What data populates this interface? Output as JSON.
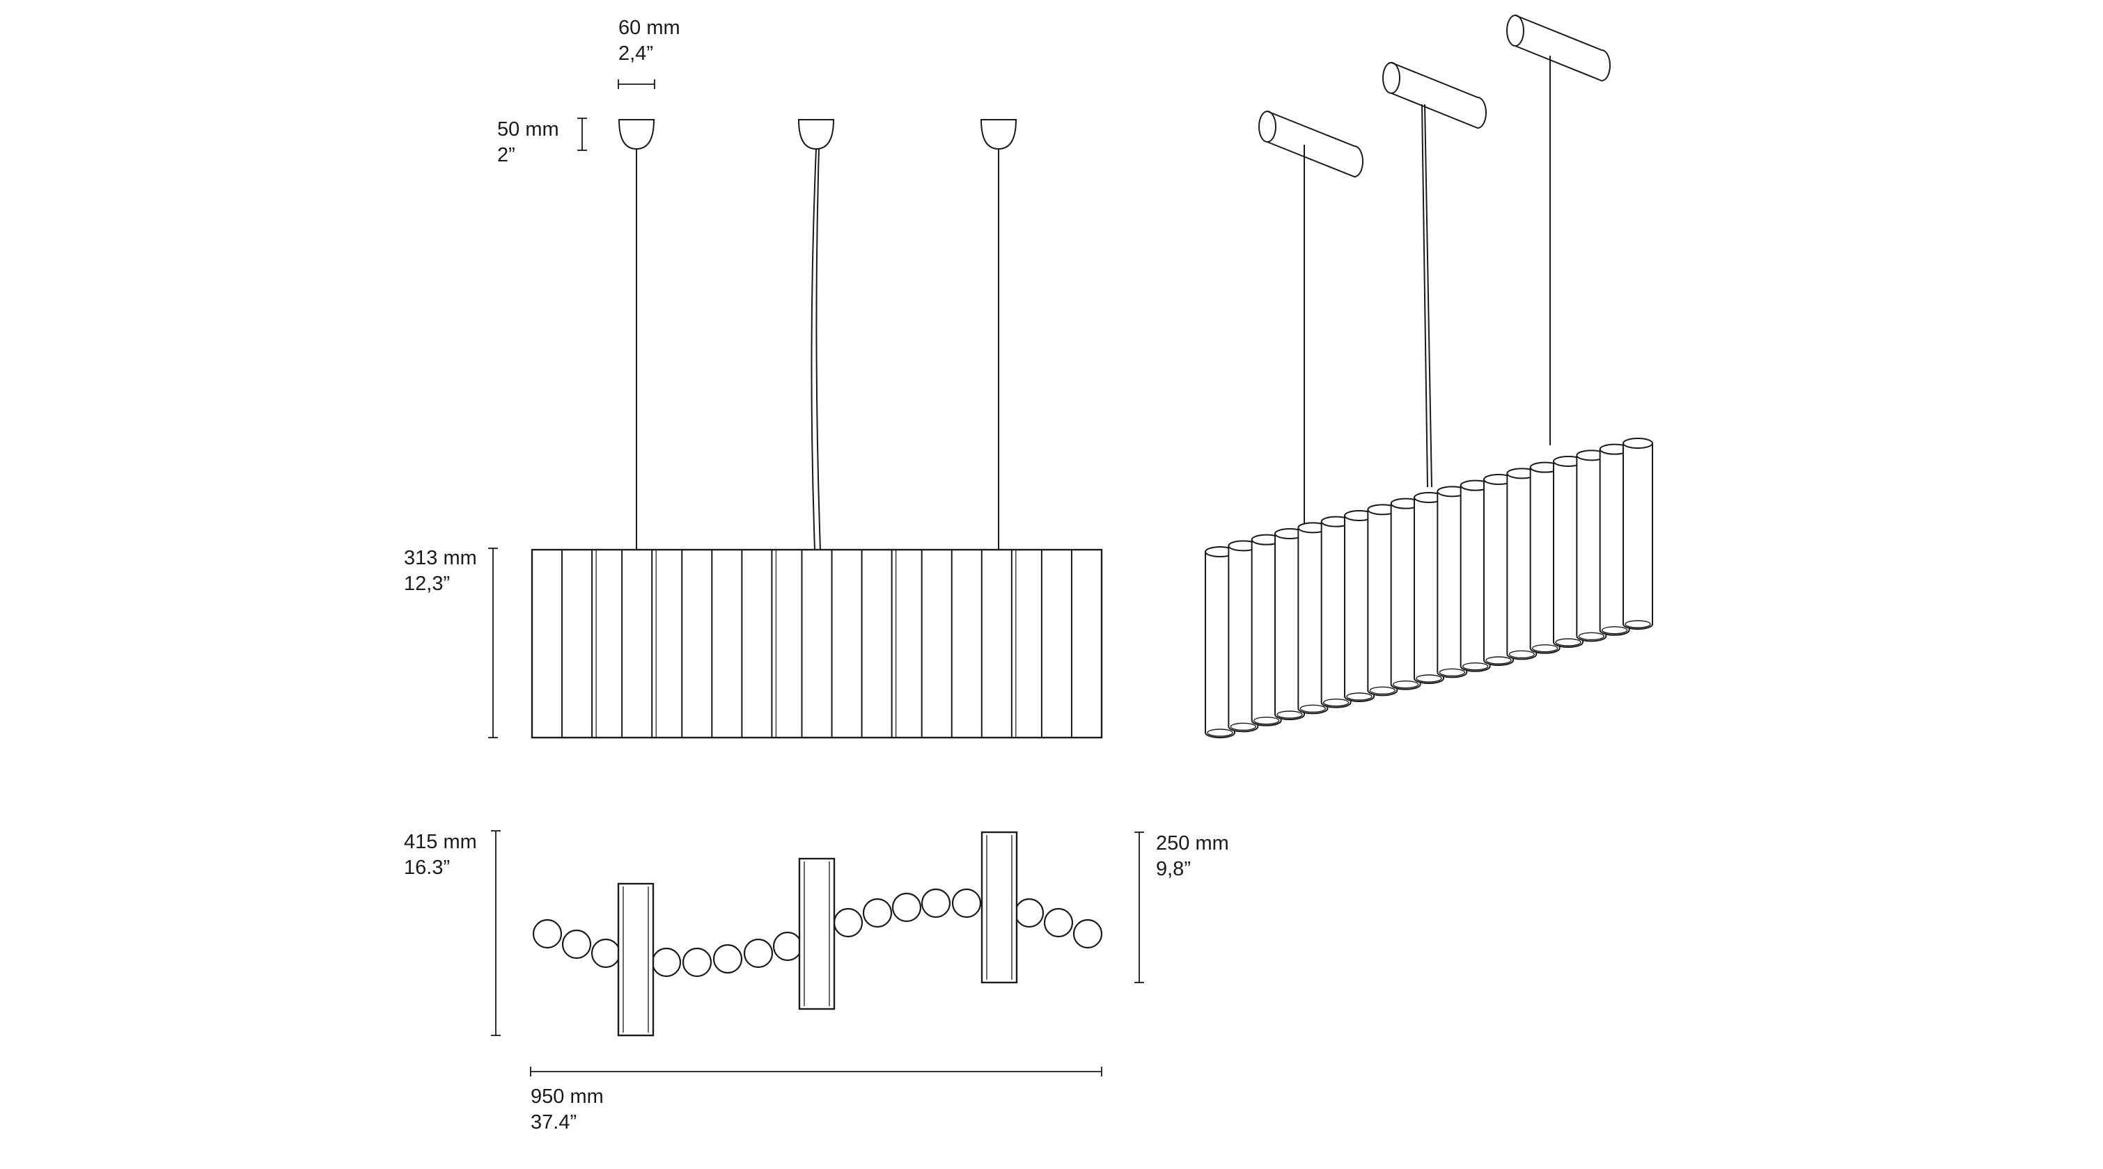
{
  "dimensions": {
    "canopy_width": {
      "metric": "60 mm",
      "imperial": "2,4”"
    },
    "canopy_height": {
      "metric": "50 mm",
      "imperial": "2”"
    },
    "body_height": {
      "metric": "313 mm",
      "imperial": "12,3”"
    },
    "top_depth_overall": {
      "metric": "415 mm",
      "imperial": "16.3”"
    },
    "top_depth_bar": {
      "metric": "250 mm",
      "imperial": "9,8”"
    },
    "overall_width": {
      "metric": "950 mm",
      "imperial": "37.4”"
    }
  },
  "colors": {
    "line": "#1a1a1a",
    "background": "#ffffff"
  }
}
